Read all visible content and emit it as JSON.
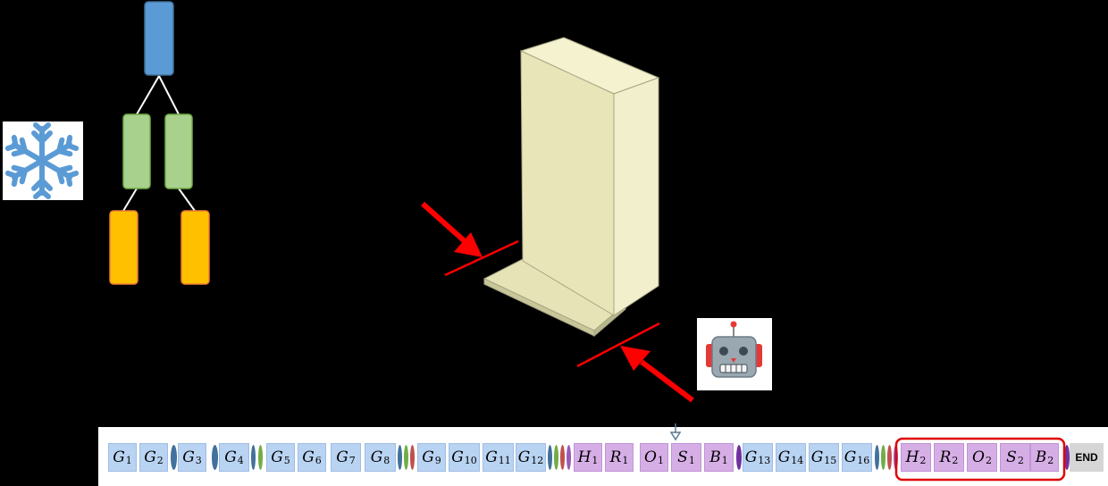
{
  "colors": {
    "backbone_blue": "#5b9bd5",
    "head_green": "#a9d18e",
    "output_orange": "#ffc000",
    "block_face": "#eaeac0",
    "arrow_red": "#ff0000",
    "token_blue": "#b9d3f2",
    "token_purple": "#d6aee6",
    "token_end": "#d6d6d6"
  },
  "icons": {
    "frozen": "snowflake-icon",
    "agent": "robot-icon"
  },
  "tokens": [
    {
      "base": "G",
      "sub": "1",
      "kind": "g"
    },
    {
      "base": "G",
      "sub": "2",
      "kind": "g"
    },
    {
      "base": "G",
      "sub": "3",
      "kind": "g"
    },
    {
      "base": "G",
      "sub": "4",
      "kind": "g"
    },
    {
      "base": "G",
      "sub": "5",
      "kind": "g"
    },
    {
      "base": "G",
      "sub": "6",
      "kind": "g"
    },
    {
      "base": "G",
      "sub": "7",
      "kind": "g"
    },
    {
      "base": "G",
      "sub": "8",
      "kind": "g"
    },
    {
      "base": "G",
      "sub": "9",
      "kind": "g"
    },
    {
      "base": "G",
      "sub": "10",
      "kind": "g"
    },
    {
      "base": "G",
      "sub": "11",
      "kind": "g"
    },
    {
      "base": "G",
      "sub": "12",
      "kind": "g"
    },
    {
      "base": "H",
      "sub": "1",
      "kind": "p"
    },
    {
      "base": "R",
      "sub": "1",
      "kind": "p"
    },
    {
      "base": "O",
      "sub": "1",
      "kind": "p"
    },
    {
      "base": "S",
      "sub": "1",
      "kind": "p"
    },
    {
      "base": "B",
      "sub": "1",
      "kind": "p"
    },
    {
      "base": "G",
      "sub": "13",
      "kind": "g"
    },
    {
      "base": "G",
      "sub": "14",
      "kind": "g"
    },
    {
      "base": "G",
      "sub": "15",
      "kind": "g"
    },
    {
      "base": "G",
      "sub": "16",
      "kind": "g"
    },
    {
      "base": "H",
      "sub": "2",
      "kind": "p"
    },
    {
      "base": "R",
      "sub": "2",
      "kind": "p"
    },
    {
      "base": "O",
      "sub": "2",
      "kind": "p"
    },
    {
      "base": "S",
      "sub": "2",
      "kind": "p"
    },
    {
      "base": "B",
      "sub": "2",
      "kind": "p"
    }
  ],
  "end_label": "END"
}
